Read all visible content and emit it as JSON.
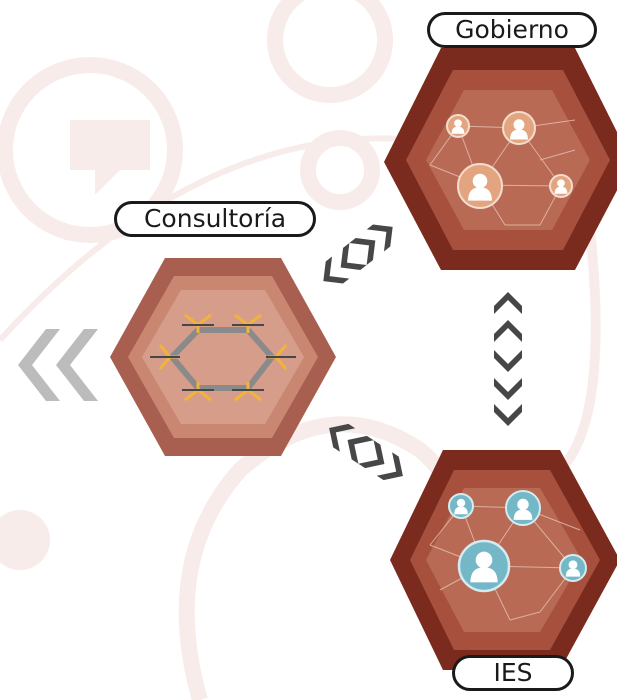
{
  "nodes": {
    "gobierno": {
      "label": "Gobierno"
    },
    "consultoria": {
      "label": "Consultoría"
    },
    "ies": {
      "label": "IES"
    }
  },
  "colors": {
    "background": "#ffffff",
    "watermark": "#f7ecea",
    "hex_outer": "#7a2b1e",
    "hex_mid": "#a6503d",
    "hex_inner": "#b86a55",
    "consult_outer": "#a95f4f",
    "consult_inner": "#d69d8a",
    "gobierno_person": "#e3a57f",
    "ies_person": "#74b8c8",
    "arrow_dark": "#474747",
    "arrow_light": "#bcbcbc",
    "accent_yellow": "#f2b33d"
  }
}
